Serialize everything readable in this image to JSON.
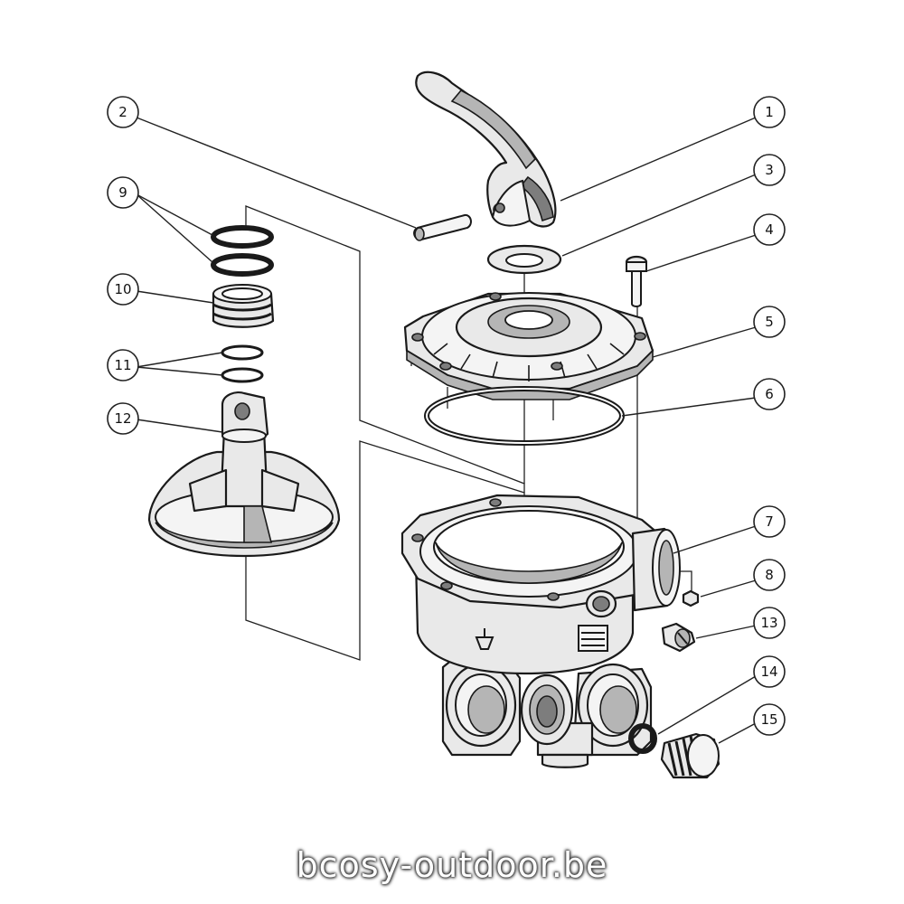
{
  "watermark": "bcosy-outdoor.be",
  "callouts": [
    {
      "id": "callout-1",
      "label": "1"
    },
    {
      "id": "callout-2",
      "label": "2"
    },
    {
      "id": "callout-3",
      "label": "3"
    },
    {
      "id": "callout-4",
      "label": "4"
    },
    {
      "id": "callout-5",
      "label": "5"
    },
    {
      "id": "callout-6",
      "label": "6"
    },
    {
      "id": "callout-7",
      "label": "7"
    },
    {
      "id": "callout-8",
      "label": "8"
    },
    {
      "id": "callout-9",
      "label": "9"
    },
    {
      "id": "callout-10",
      "label": "10"
    },
    {
      "id": "callout-11",
      "label": "11"
    },
    {
      "id": "callout-12",
      "label": "12"
    },
    {
      "id": "callout-13",
      "label": "13"
    },
    {
      "id": "callout-14",
      "label": "14"
    },
    {
      "id": "callout-15",
      "label": "15"
    }
  ]
}
